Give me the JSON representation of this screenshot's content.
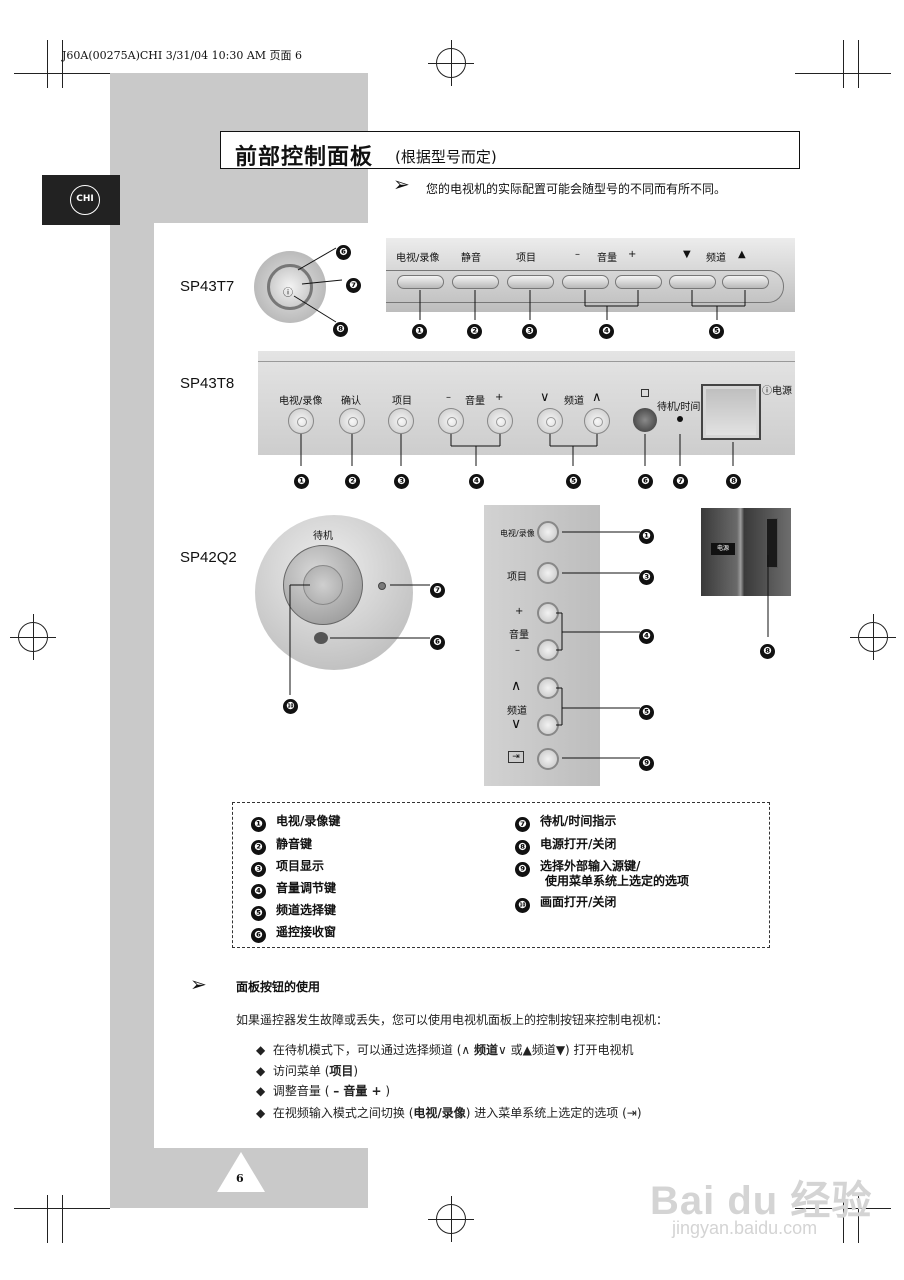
{
  "header": {
    "print_line": "J60A(00275A)CHI  3/31/04  10:30 AM  页面 6"
  },
  "lang_tab": "CHI",
  "title": {
    "main": "前部控制面板",
    "sub": "(根据型号而定)"
  },
  "note": {
    "arrow": "➢",
    "text": "您的电视机的实际配置可能会随型号的不同而有所不同。"
  },
  "models": {
    "sp43t7": {
      "name": "SP43T7",
      "labels": {
        "tvvideo": "电视/录像",
        "mute": "静音",
        "menu": "项目",
        "vol_minus": "–",
        "vol": "音量",
        "vol_plus": "+",
        "ch_down": "▼",
        "ch": "频道",
        "ch_up": "▲"
      },
      "nums": [
        "❶",
        "❷",
        "❸",
        "❹",
        "❺"
      ],
      "knob_nums": [
        "❻",
        "❼",
        "❽"
      ]
    },
    "sp43t8": {
      "name": "SP43T8",
      "labels": {
        "tvvideo": "电视/录像",
        "ok": "确认",
        "menu": "项目",
        "vol_minus": "–",
        "vol": "音量",
        "vol_plus": "+",
        "ch_down": "∨",
        "ch": "频道",
        "ch_up": "∧",
        "standby": "待机/时间",
        "power": "ⓘ电源"
      },
      "nums": [
        "❶",
        "❷",
        "❸",
        "❹",
        "❺",
        "❻",
        "❼",
        "❽"
      ]
    },
    "sp42q2": {
      "name": "SP42Q2",
      "labels": {
        "standby": "待机",
        "tvvideo": "电视/录像",
        "menu": "项目",
        "vol_plus": "+",
        "vol": "音量",
        "vol_minus": "–",
        "ch_up": "∧",
        "ch": "频道",
        "ch_down": "∨",
        "source_icon": "⇥",
        "power_tag": "电源"
      },
      "nums": {
        "n1": "❶",
        "n3": "❸",
        "n4": "❹",
        "n5": "❺",
        "n9": "❾",
        "n7": "❼",
        "n6": "❻",
        "n10": "❿",
        "n8": "❽"
      }
    }
  },
  "legend": {
    "left": [
      {
        "num": "❶",
        "text": "电视/录像键"
      },
      {
        "num": "❷",
        "text": "静音键"
      },
      {
        "num": "❸",
        "text": "项目显示"
      },
      {
        "num": "❹",
        "text": "音量调节键"
      },
      {
        "num": "❺",
        "text": "频道选择键"
      },
      {
        "num": "❻",
        "text": "遥控接收窗"
      }
    ],
    "right": [
      {
        "num": "❼",
        "text": "待机/时间指示"
      },
      {
        "num": "❽",
        "text": "电源打开/关闭"
      },
      {
        "num": "❾",
        "text": "选择外部输入源键/"
      },
      {
        "num": "",
        "text": "使用菜单系统上选定的选项"
      },
      {
        "num": "❿",
        "text": "画面打开/关闭"
      }
    ]
  },
  "usage": {
    "arrow": "➢",
    "heading": "面板按钮的使用",
    "intro": "如果遥控器发生故障或丢失，您可以使用电视机面板上的控制按钮来控制电视机：",
    "bullets": [
      {
        "mark": "◆",
        "pre": "在待机模式下，可以通过选择频道 (∧ ",
        "bold": "频道",
        "post": "∨ 或▲频道▼) 打开电视机"
      },
      {
        "mark": "◆",
        "pre": "访问菜单 (",
        "bold": "项目",
        "post": ")"
      },
      {
        "mark": "◆",
        "pre": "调整音量 ( ",
        "bold": "– 音量 +",
        "post": " )"
      },
      {
        "mark": "◆",
        "pre": "在视频输入模式之间切换 (",
        "bold": "电视/录像",
        "post": ") 进入菜单系统上选定的选项 (⇥)"
      }
    ]
  },
  "page_number": "6",
  "watermark": {
    "brand": "Bai du 经验",
    "url": "jingyan.baidu.com"
  }
}
